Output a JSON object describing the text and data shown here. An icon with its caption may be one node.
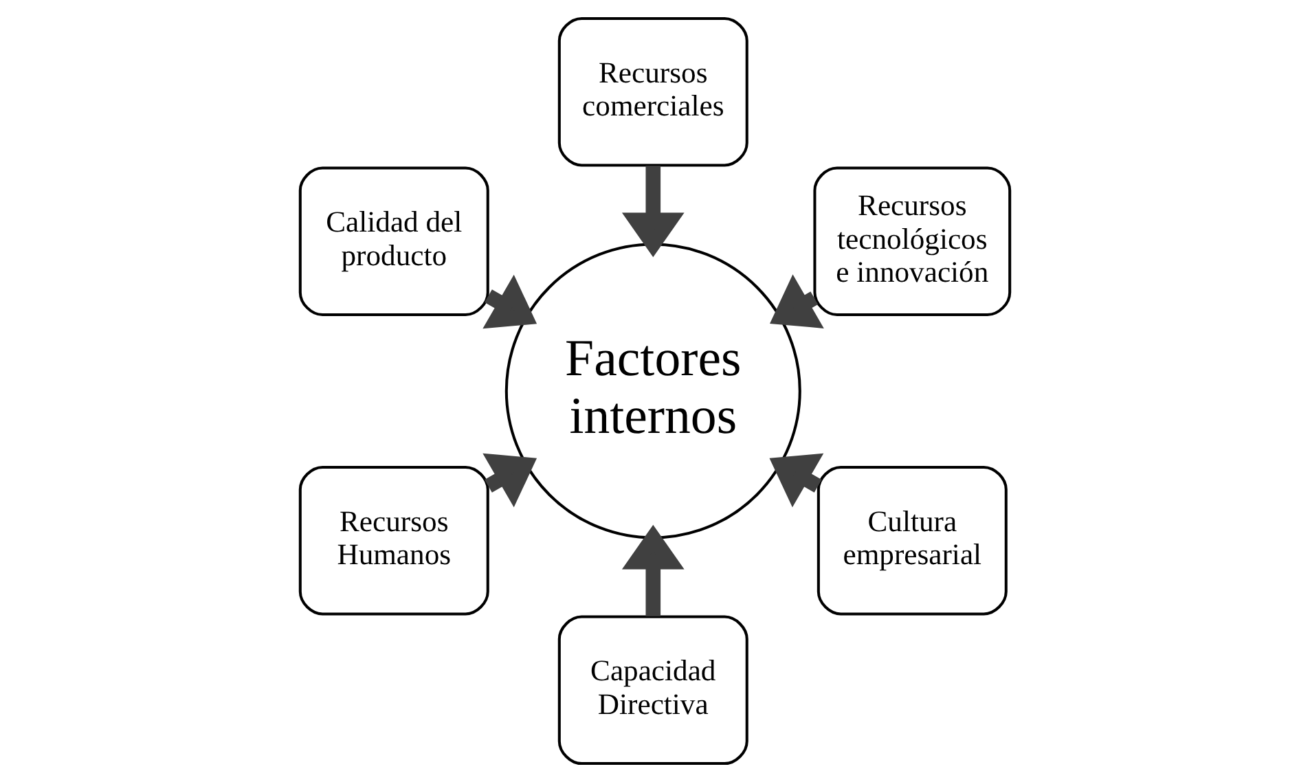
{
  "diagram": {
    "nodes": [
      {
        "text": [
          "Factores internos"
        ]
      },
      {
        "text": [
          "Recursos tecnológicos e innovación"
        ]
      },
      {
        "text": [
          "Recursos comerciales"
        ]
      },
      {
        "text": [
          "Calidad del producto"
        ]
      },
      {
        "text": [
          "Recursos Humanos"
        ]
      },
      {
        "text": [
          "Capacidad Directiva"
        ]
      },
      {
        "text": [
          "Cultura empresarial"
        ]
      }
    ],
    "edges": [
      {
        "from": 1,
        "to": 0,
        "arrow": "to"
      },
      {
        "from": 2,
        "to": 0,
        "arrow": "to"
      },
      {
        "from": 3,
        "to": 0,
        "arrow": "to"
      },
      {
        "from": 4,
        "to": 0,
        "arrow": "to"
      },
      {
        "from": 5,
        "to": 0,
        "arrow": "to"
      },
      {
        "from": 6,
        "to": 0,
        "arrow": "to"
      }
    ]
  }
}
